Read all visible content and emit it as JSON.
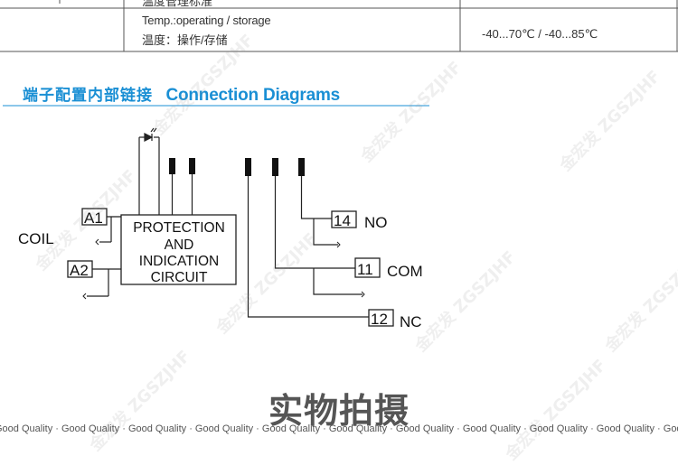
{
  "spec": {
    "top_cut_text": "温度管理标准",
    "param_en": "Temp.:operating / storage",
    "param_cn": "温度：操作/存储",
    "param_value": "-40...70℃ / -40...85℃"
  },
  "section": {
    "title_cn": "端子配置内部链接",
    "title_en": "Connection Diagrams"
  },
  "diagram": {
    "coil_label": "COIL",
    "a1": "A1",
    "a2": "A2",
    "box_lines": [
      "PROTECTION",
      "AND",
      "INDICATION",
      "CIRCUIT"
    ],
    "pin14": "14",
    "pin14_name": "NO",
    "pin11": "11",
    "pin11_name": "COM",
    "pin12": "12",
    "pin12_name": "NC"
  },
  "photo_title": "实物拍摄",
  "quality_strip": "Good Quality · Good Quality · Good Quality · Good Quality · Good Quality · Good Quality · Good Quality · Good Quality · Good Quality · Good Quality · Good Quality",
  "watermark": "金宏发 ZGSZJHF",
  "colors": {
    "heading_blue": "#1a8fd4",
    "line": "#222222",
    "photo_title": "#555555"
  }
}
